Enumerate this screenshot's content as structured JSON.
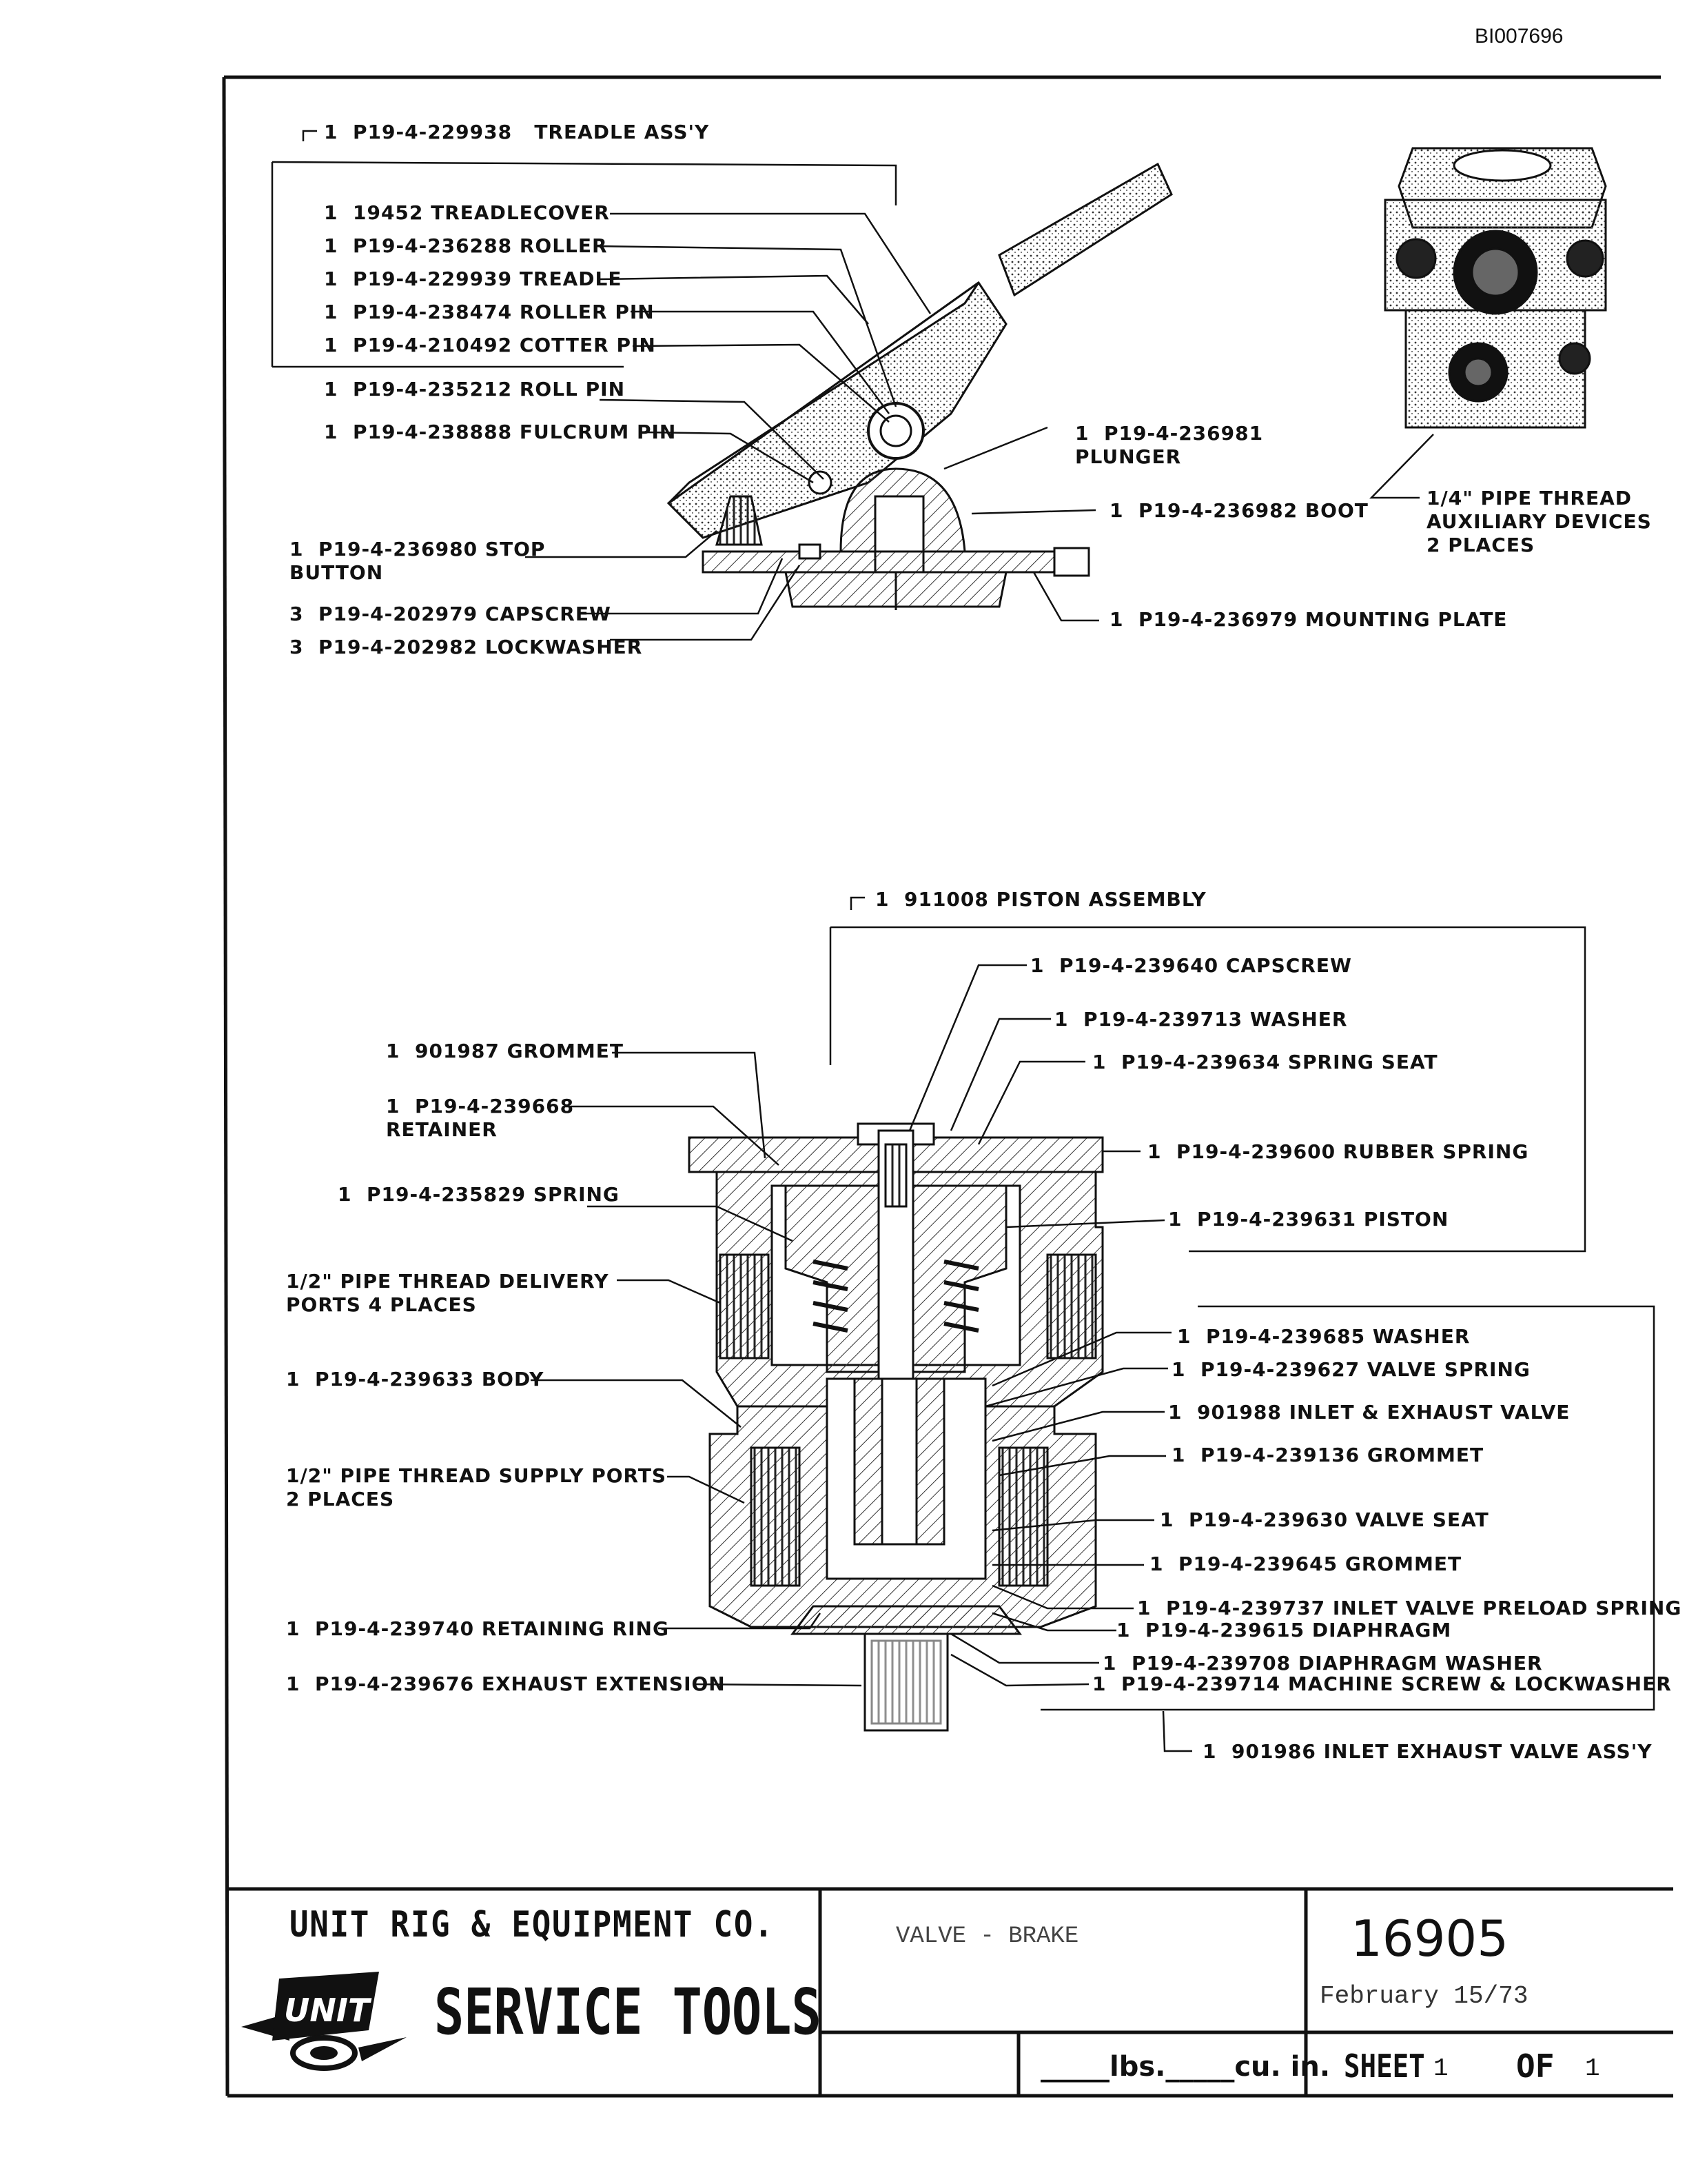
{
  "document_id": "BI007696",
  "treadle_labels": [
    "1  P19-4-229938   TREADLE ASS'Y",
    "1  19452 TREADLECOVER",
    "1  P19-4-236288 ROLLER",
    "1  P19-4-229939 TREADLE",
    "1  P19-4-238474 ROLLER PIN",
    "1  P19-4-210492 COTTER PIN",
    "1  P19-4-235212 ROLL PIN",
    "1  P19-4-238888 FULCRUM PIN",
    "1  P19-4-236981\nPLUNGER",
    "1  P19-4-236982 BOOT",
    "1  P19-4-236980 STOP\nBUTTON",
    "3  P19-4-202979 CAPSCREW",
    "3  P19-4-202982 LOCKWASHER",
    "1  P19-4-236979 MOUNTING PLATE",
    "1/4\" PIPE THREAD\nAUXILIARY DEVICES\n2 PLACES"
  ],
  "valve_labels": [
    "1  911008 PISTON ASSEMBLY",
    "1  P19-4-239640 CAPSCREW",
    "1  P19-4-239713 WASHER",
    "1  P19-4-239634 SPRING SEAT",
    "1  901987 GROMMET",
    "1  P19-4-239668\nRETAINER",
    "1  P19-4-239600 RUBBER SPRING",
    "1  P19-4-235829 SPRING",
    "1  P19-4-239631 PISTON",
    "1/2\" PIPE THREAD DELIVERY\nPORTS 4 PLACES",
    "1  P19-4-239685 WASHER",
    "1  P19-4-239627 VALVE SPRING",
    "1  P19-4-239633 BODY",
    "1  901988 INLET & EXHAUST VALVE",
    "1/2\" PIPE THREAD SUPPLY PORTS\n2 PLACES",
    "1  P19-4-239136 GROMMET",
    "1  P19-4-239630 VALVE SEAT",
    "1  P19-4-239645 GROMMET",
    "1  P19-4-239737 INLET VALVE PRELOAD SPRING",
    "1  P19-4-239740 RETAINING RING",
    "1  P19-4-239615 DIAPHRAGM",
    "1  P19-4-239708 DIAPHRAGM WASHER",
    "1  P19-4-239676 EXHAUST EXTENSION",
    "1  P19-4-239714 MACHINE SCREW & LOCKWASHER",
    "1  901986 INLET EXHAUST VALVE ASS'Y"
  ],
  "title_block": {
    "company": "UNIT RIG & EQUIPMENT CO.",
    "logo_text": "UNIT RIG",
    "department": "SERVICE TOOLS",
    "drawing_title": "VALVE  -  BRAKE",
    "drawing_number": "16905",
    "date": "February 15/73",
    "weight_units": "_____lbs._____cu. in.",
    "sheet_label": "SHEET",
    "sheet_number": "1",
    "of_label": "OF",
    "of_number": "1"
  }
}
